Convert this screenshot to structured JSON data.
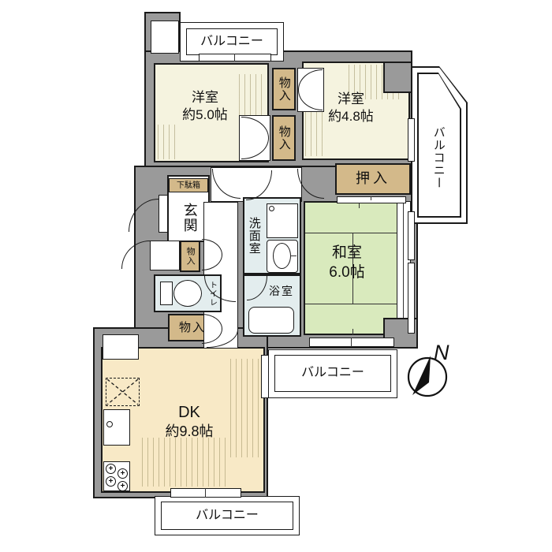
{
  "title": "apartment-floor-plan",
  "labels": {
    "balcony": "バルコニー",
    "western_room_5": {
      "name": "洋室",
      "size": "約5.0帖"
    },
    "western_room_48": {
      "name": "洋室",
      "size": "約4.8帖"
    },
    "japanese_room": {
      "name": "和室",
      "size": "6.0帖"
    },
    "dining_kitchen": {
      "name": "DK",
      "size": "約9.8帖"
    },
    "oshiire_closet": "押入",
    "monoire_closet": "物入",
    "shoe_cabinet": "下駄箱",
    "entrance": "玄関",
    "washroom": "洗面室",
    "bathroom": "浴室",
    "toilet": "トイレ",
    "compass_north": "N"
  },
  "colors": {
    "wall": "#9a9a9a",
    "outline": "#1a1a1a",
    "western_room_fill": "#f5f3df",
    "tatami_fill": "#d9eabd",
    "closet_fill": "#d3b98a",
    "wet_room_fill": "#e3edee",
    "dk_fill": "#f8e9c6",
    "balcony_fill": "#ffffff"
  }
}
